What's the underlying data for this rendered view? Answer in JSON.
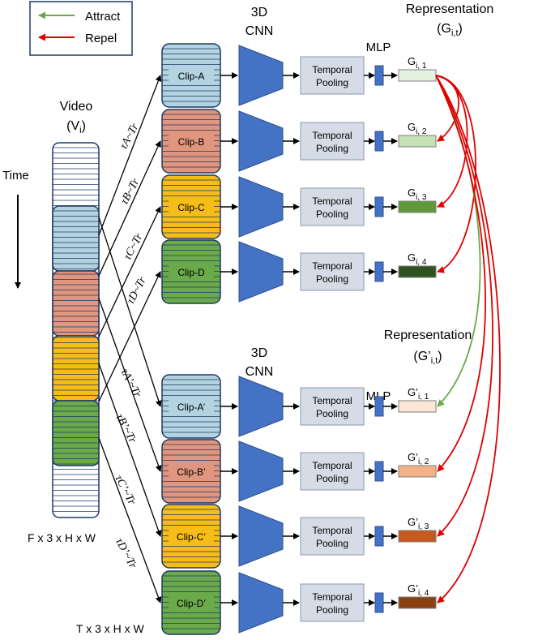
{
  "legend": {
    "attract": "Attract",
    "repel": "Repel"
  },
  "labels": {
    "video": "Video",
    "video_var": "(V",
    "video_sub": "i",
    "video_close": ")",
    "time": "Time",
    "video_dims": "F x 3 x H x W",
    "clip_dims": "T x 3 x H x W",
    "cnn_line1": "3D",
    "cnn_line2": "CNN",
    "mlp": "MLP",
    "pool_line1": "Temporal",
    "pool_line2": "Pooling",
    "rep_title": "Representation",
    "rep_var_top": "(G",
    "rep_var_top_sub": "i,t",
    "rep_var_bottom": "(G’",
    "rep_var_bottom_sub": "i,t",
    "close_paren": ")"
  },
  "clips_top": [
    {
      "label": "Clip-A",
      "color": "#b2d3df",
      "tau": "τA~Tr",
      "rep": "G",
      "rep_sub": "i, 1",
      "rep_color": "#e6f2e0"
    },
    {
      "label": "Clip-B",
      "color": "#e0957e",
      "tau": "τB~Tr",
      "rep": "G",
      "rep_sub": "i, 2",
      "rep_color": "#c4e2b3"
    },
    {
      "label": "Clip-C",
      "color": "#f6bc17",
      "tau": "τC~Tr",
      "rep": "G",
      "rep_sub": "i, 3",
      "rep_color": "#5f9a3a"
    },
    {
      "label": "Clip-D",
      "color": "#6aaa4a",
      "tau": "τD~Tr",
      "rep": "G",
      "rep_sub": "i, 4",
      "rep_color": "#2f5220"
    }
  ],
  "clips_bottom": [
    {
      "label": "Clip-A’",
      "color": "#b2d3df",
      "tau": "τA’~Tr",
      "rep": "G’",
      "rep_sub": "i, 1",
      "rep_color": "#fce6d6"
    },
    {
      "label": "Clip-B’",
      "color": "#e0957e",
      "tau": "τB’~Tr",
      "rep": "G’",
      "rep_sub": "i, 2",
      "rep_color": "#f5b185"
    },
    {
      "label": "Clip-C’",
      "color": "#f6bc17",
      "tau": "τC’~Tr",
      "rep": "G’",
      "rep_sub": "i, 3",
      "rep_color": "#c6591d"
    },
    {
      "label": "Clip-D’",
      "color": "#6aaa4a",
      "tau": "τD’~Tr",
      "rep": "G’",
      "rep_sub": "i, 4",
      "rep_color": "#8b4112"
    }
  ],
  "colors": {
    "attract": "#6aaa4a",
    "repel": "#e00000",
    "cnn": "#4472c4",
    "mlp": "#4472c4",
    "pool": "#d6dce5",
    "stripe": "#1f3864"
  }
}
